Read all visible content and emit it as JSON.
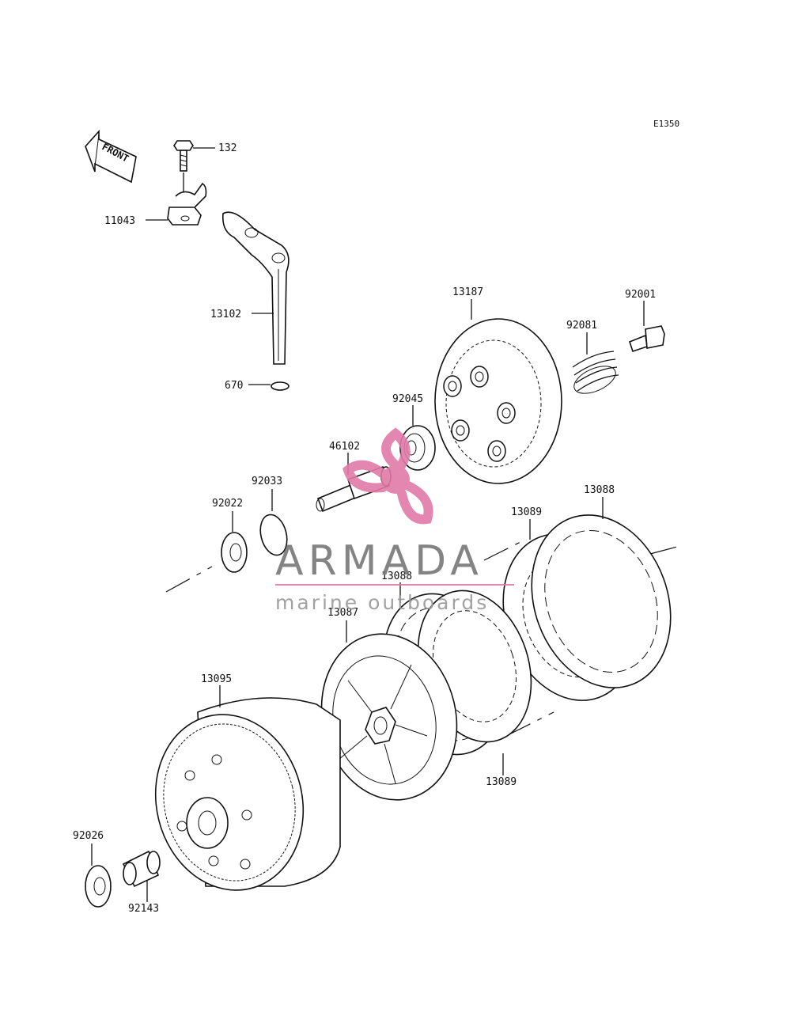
{
  "diagram": {
    "code": "E1350",
    "front_label": "FRONT",
    "callouts": {
      "bolt": "132",
      "clamp": "11043",
      "lever": "13102",
      "oring": "670",
      "pressure_plate": "13187",
      "spring_bolt": "92001",
      "spring": "92081",
      "bearing": "92045",
      "pushrod": "46102",
      "circlip": "92033",
      "washer_a": "92022",
      "steel_plate_a": "13089",
      "friction_plate_a": "13088",
      "friction_plate_b": "13088",
      "hub": "13087",
      "steel_plate_b": "13089",
      "housing": "13095",
      "washer_b": "92026",
      "sleeve": "92143"
    }
  },
  "watermark": {
    "brand": "ARMADA",
    "tagline": "marine outboards",
    "color": "#e07aa8"
  }
}
